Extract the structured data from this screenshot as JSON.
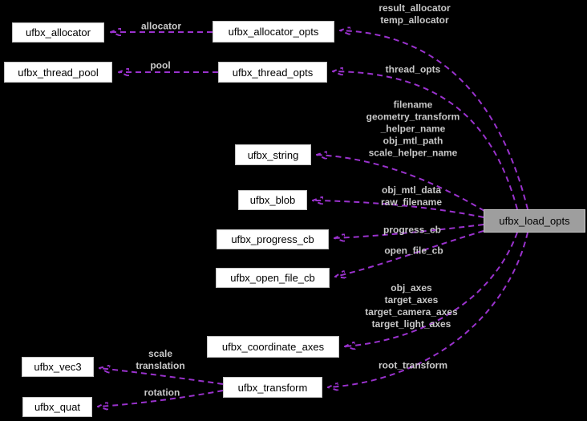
{
  "diagram": {
    "title": "ufbx_load_opts collaboration graph",
    "background_color": "#000000",
    "edge_color": "#9a32cd",
    "edge_label_color": "#c8c8c8",
    "node_fill": "#ffffff",
    "node_border": "#c4c4c4",
    "node_text_color": "#000000",
    "highlight_node_fill": "#9e9e9e"
  },
  "nodes": [
    {
      "id": "ufbx_allocator",
      "label": "ufbx_allocator",
      "highlighted": false
    },
    {
      "id": "ufbx_thread_pool",
      "label": "ufbx_thread_pool",
      "highlighted": false
    },
    {
      "id": "ufbx_allocator_opts",
      "label": "ufbx_allocator_opts",
      "highlighted": false
    },
    {
      "id": "ufbx_thread_opts",
      "label": "ufbx_thread_opts",
      "highlighted": false
    },
    {
      "id": "ufbx_string",
      "label": "ufbx_string",
      "highlighted": false
    },
    {
      "id": "ufbx_blob",
      "label": "ufbx_blob",
      "highlighted": false
    },
    {
      "id": "ufbx_progress_cb",
      "label": "ufbx_progress_cb",
      "highlighted": false
    },
    {
      "id": "ufbx_open_file_cb",
      "label": "ufbx_open_file_cb",
      "highlighted": false
    },
    {
      "id": "ufbx_coordinate_axes",
      "label": "ufbx_coordinate_axes",
      "highlighted": false
    },
    {
      "id": "ufbx_transform",
      "label": "ufbx_transform",
      "highlighted": false
    },
    {
      "id": "ufbx_vec3",
      "label": "ufbx_vec3",
      "highlighted": false
    },
    {
      "id": "ufbx_quat",
      "label": "ufbx_quat",
      "highlighted": false
    },
    {
      "id": "ufbx_load_opts",
      "label": "ufbx_load_opts",
      "highlighted": true
    }
  ],
  "edges": [
    {
      "from": "ufbx_allocator_opts",
      "to": "ufbx_allocator",
      "label": "allocator"
    },
    {
      "from": "ufbx_thread_opts",
      "to": "ufbx_thread_pool",
      "label": "pool"
    },
    {
      "from": "ufbx_load_opts",
      "to": "ufbx_allocator_opts",
      "label": "result_allocator\ntemp_allocator"
    },
    {
      "from": "ufbx_load_opts",
      "to": "ufbx_thread_opts",
      "label": "thread_opts"
    },
    {
      "from": "ufbx_load_opts",
      "to": "ufbx_string",
      "label": "filename\ngeometry_transform\n_helper_name\nobj_mtl_path\nscale_helper_name"
    },
    {
      "from": "ufbx_load_opts",
      "to": "ufbx_blob",
      "label": "obj_mtl_data\nraw_filename"
    },
    {
      "from": "ufbx_load_opts",
      "to": "ufbx_progress_cb",
      "label": "progress_cb"
    },
    {
      "from": "ufbx_load_opts",
      "to": "ufbx_open_file_cb",
      "label": "open_file_cb"
    },
    {
      "from": "ufbx_load_opts",
      "to": "ufbx_coordinate_axes",
      "label": "obj_axes\ntarget_axes\ntarget_camera_axes\ntarget_light_axes"
    },
    {
      "from": "ufbx_load_opts",
      "to": "ufbx_transform",
      "label": "root_transform"
    },
    {
      "from": "ufbx_transform",
      "to": "ufbx_vec3",
      "label": "scale\ntranslation"
    },
    {
      "from": "ufbx_transform",
      "to": "ufbx_quat",
      "label": "rotation"
    }
  ]
}
